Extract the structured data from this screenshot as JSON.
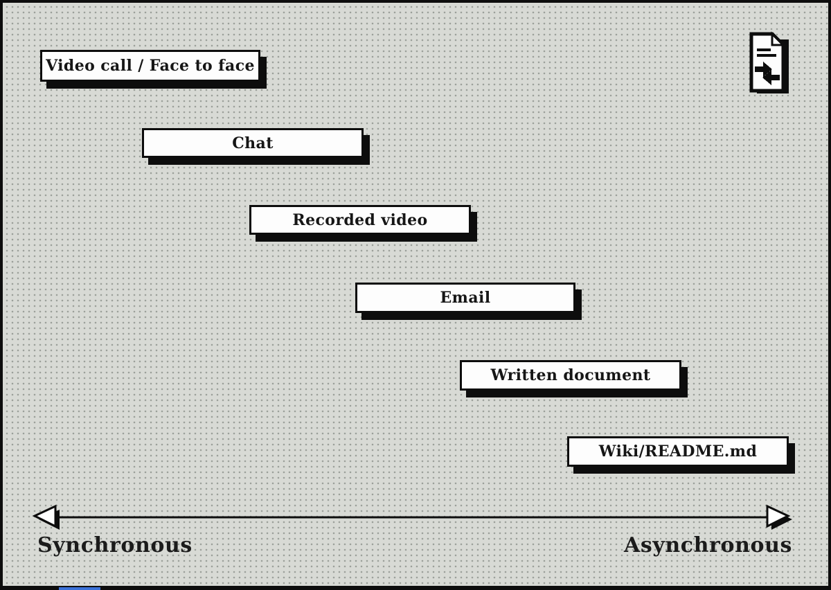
{
  "diagram": {
    "items": [
      {
        "label": "Video call / Face to face"
      },
      {
        "label": "Chat"
      },
      {
        "label": "Recorded video"
      },
      {
        "label": "Email"
      },
      {
        "label": "Written document"
      },
      {
        "label": "Wiki/README.md"
      }
    ],
    "axis": {
      "left_label": "Synchronous",
      "right_label": "Asynchronous"
    }
  },
  "icons": {
    "corner_icon": "document-with-converging-arrows-icon"
  },
  "colors": {
    "canvas_background": "#d8dad5",
    "dot_grid": "#9ba09a",
    "box_fill": "#fdfdfd",
    "ink": "#0d0d0d",
    "bottom_strip_blue": "#3b72d9"
  }
}
